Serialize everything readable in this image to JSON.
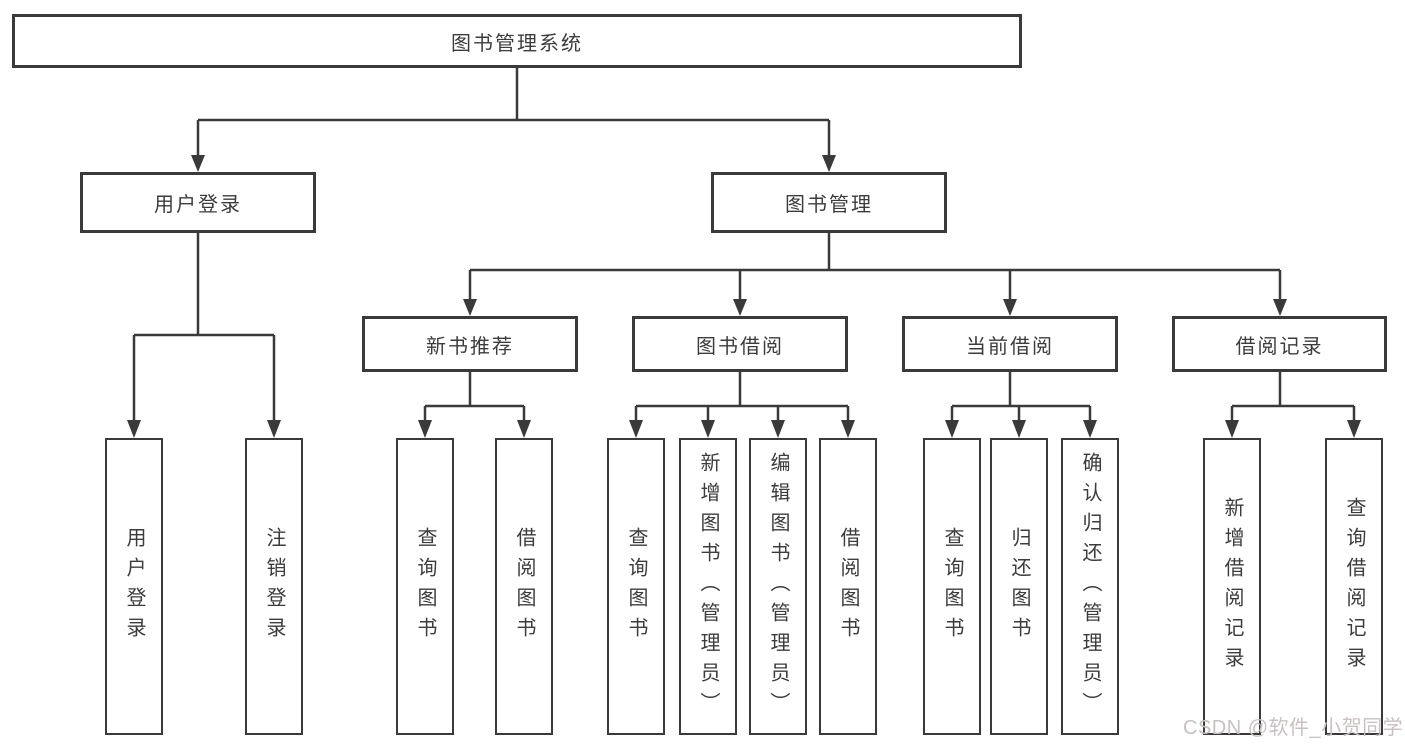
{
  "diagram": {
    "root": {
      "label": "图书管理系统"
    },
    "level2": [
      {
        "id": "user-login",
        "label": "用户登录"
      },
      {
        "id": "book-management",
        "label": "图书管理"
      }
    ],
    "level3": [
      {
        "id": "new-book-recommend",
        "label": "新书推荐"
      },
      {
        "id": "book-borrow",
        "label": "图书借阅"
      },
      {
        "id": "current-borrow",
        "label": "当前借阅"
      },
      {
        "id": "borrow-records",
        "label": "借阅记录"
      }
    ],
    "leaf_groups": [
      {
        "parent": "用户登录",
        "items": [
          {
            "label": "用户登录"
          },
          {
            "label": "注销登录"
          }
        ]
      },
      {
        "parent": "新书推荐",
        "items": [
          {
            "label": "查询图书"
          },
          {
            "label": "借阅图书"
          }
        ]
      },
      {
        "parent": "图书借阅",
        "items": [
          {
            "label": "查询图书"
          },
          {
            "label": "新增图书（管理员）"
          },
          {
            "label": "编辑图书（管理员）"
          },
          {
            "label": "借阅图书"
          }
        ]
      },
      {
        "parent": "当前借阅",
        "items": [
          {
            "label": "查询图书"
          },
          {
            "label": "归还图书"
          },
          {
            "label": "确认归还（管理员）"
          }
        ]
      },
      {
        "parent": "借阅记录",
        "items": [
          {
            "label": "新增借阅记录"
          },
          {
            "label": "查询借阅记录"
          }
        ]
      }
    ]
  },
  "watermark": {
    "text": "CSDN @软件_小贺同学"
  },
  "colors": {
    "line": "#3a3a3a",
    "box_border": "#3a3a3a",
    "text": "#3c3c3c",
    "background": "#ffffff",
    "watermark": "#c9c1c1"
  }
}
